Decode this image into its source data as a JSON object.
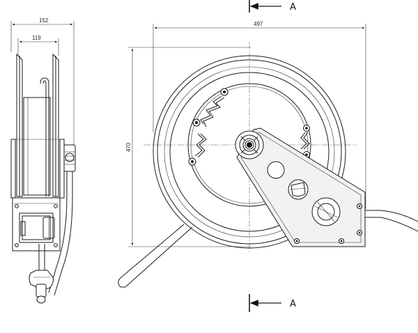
{
  "dimensions": {
    "side_overall_width": "152",
    "side_frame_width": "119",
    "front_width": "497",
    "front_height": "470"
  },
  "section_marks": {
    "top_label": "A",
    "bottom_label": "A"
  }
}
